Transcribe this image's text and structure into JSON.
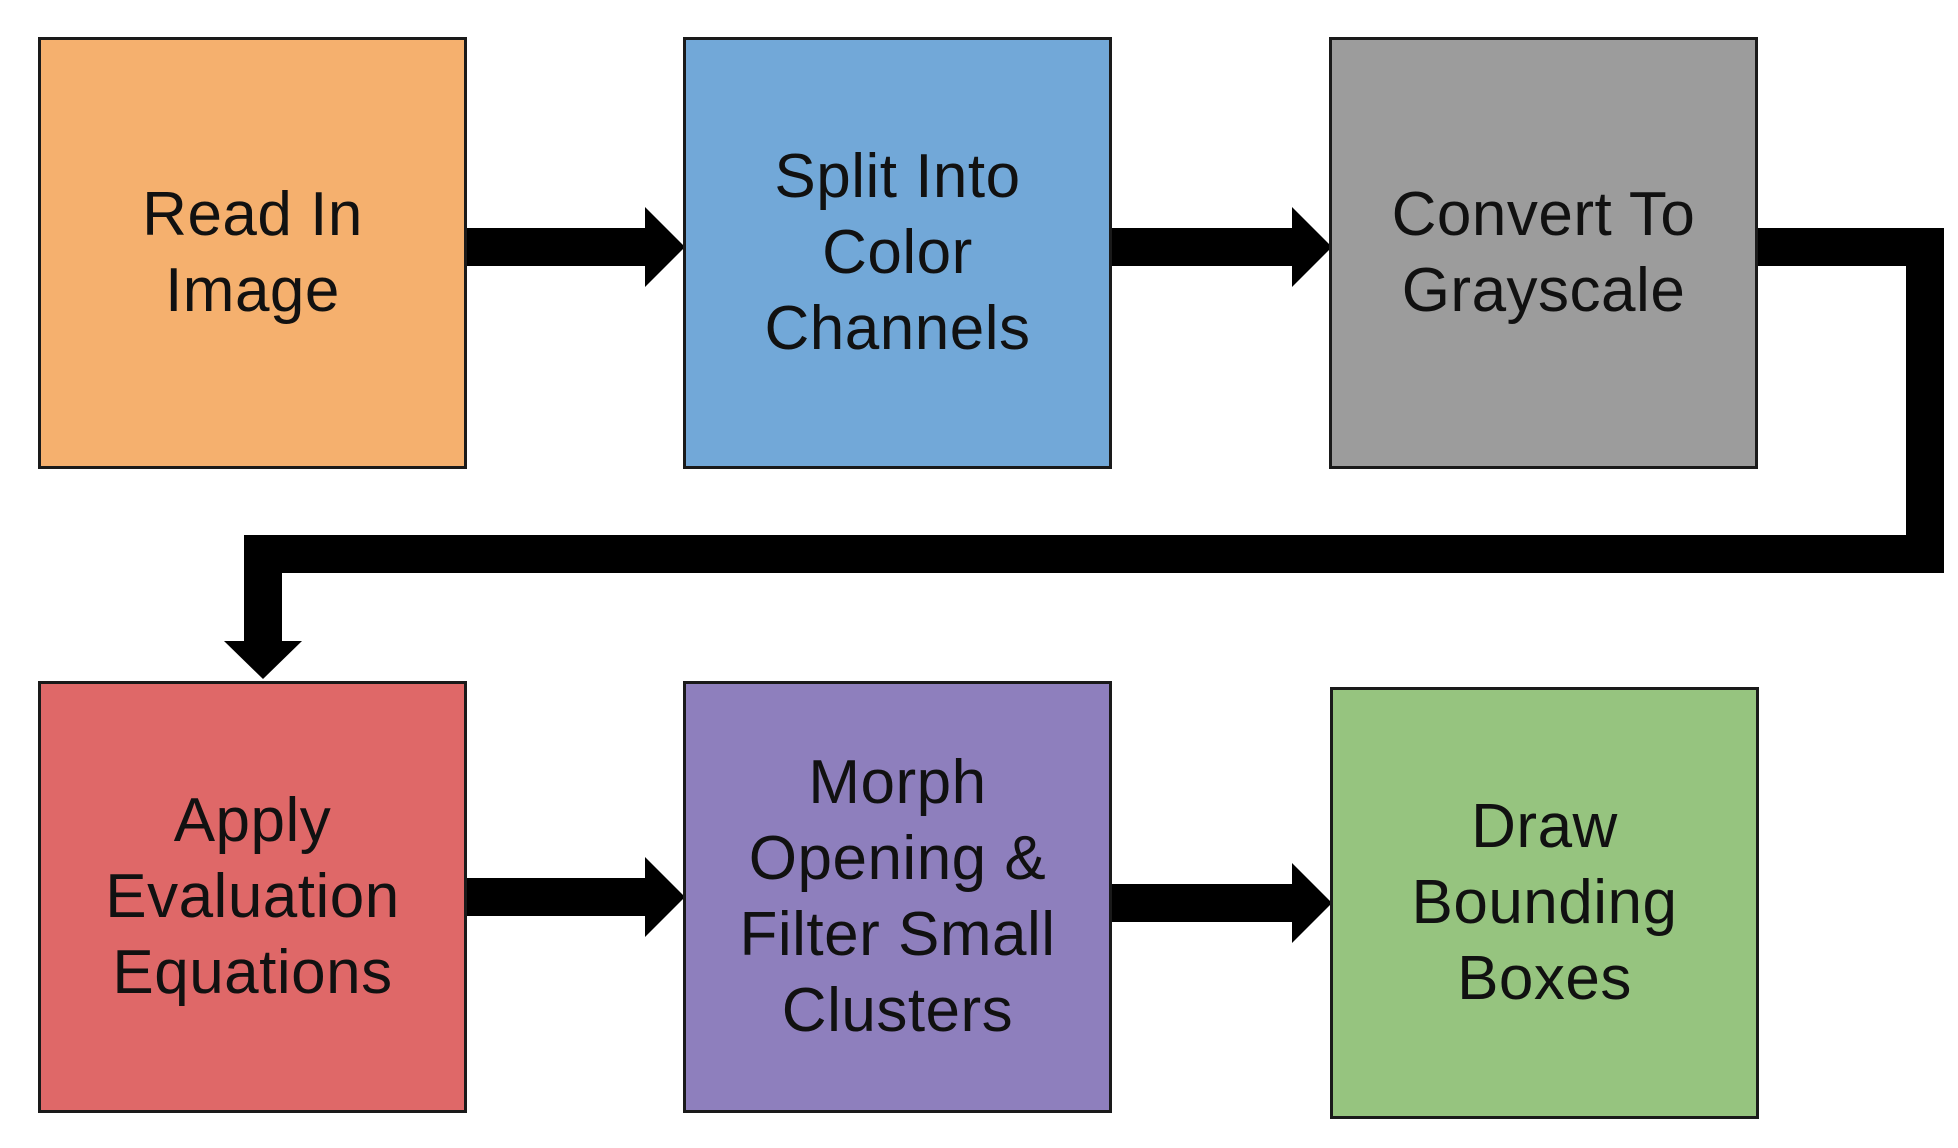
{
  "boxes": {
    "read": {
      "label": "Read In\nImage",
      "color": "#f5b06e"
    },
    "split": {
      "label": "Split Into\nColor\nChannels",
      "color": "#72a8d8"
    },
    "convert": {
      "label": "Convert To\nGrayscale",
      "color": "#9c9c9c"
    },
    "apply": {
      "label": "Apply\nEvaluation\nEquations",
      "color": "#df6868"
    },
    "morph": {
      "label": "Morph\nOpening &\nFilter Small\nClusters",
      "color": "#8e7fbd"
    },
    "draw": {
      "label": "Draw\nBounding\nBoxes",
      "color": "#96c47f"
    }
  },
  "arrow_color": "#000000"
}
